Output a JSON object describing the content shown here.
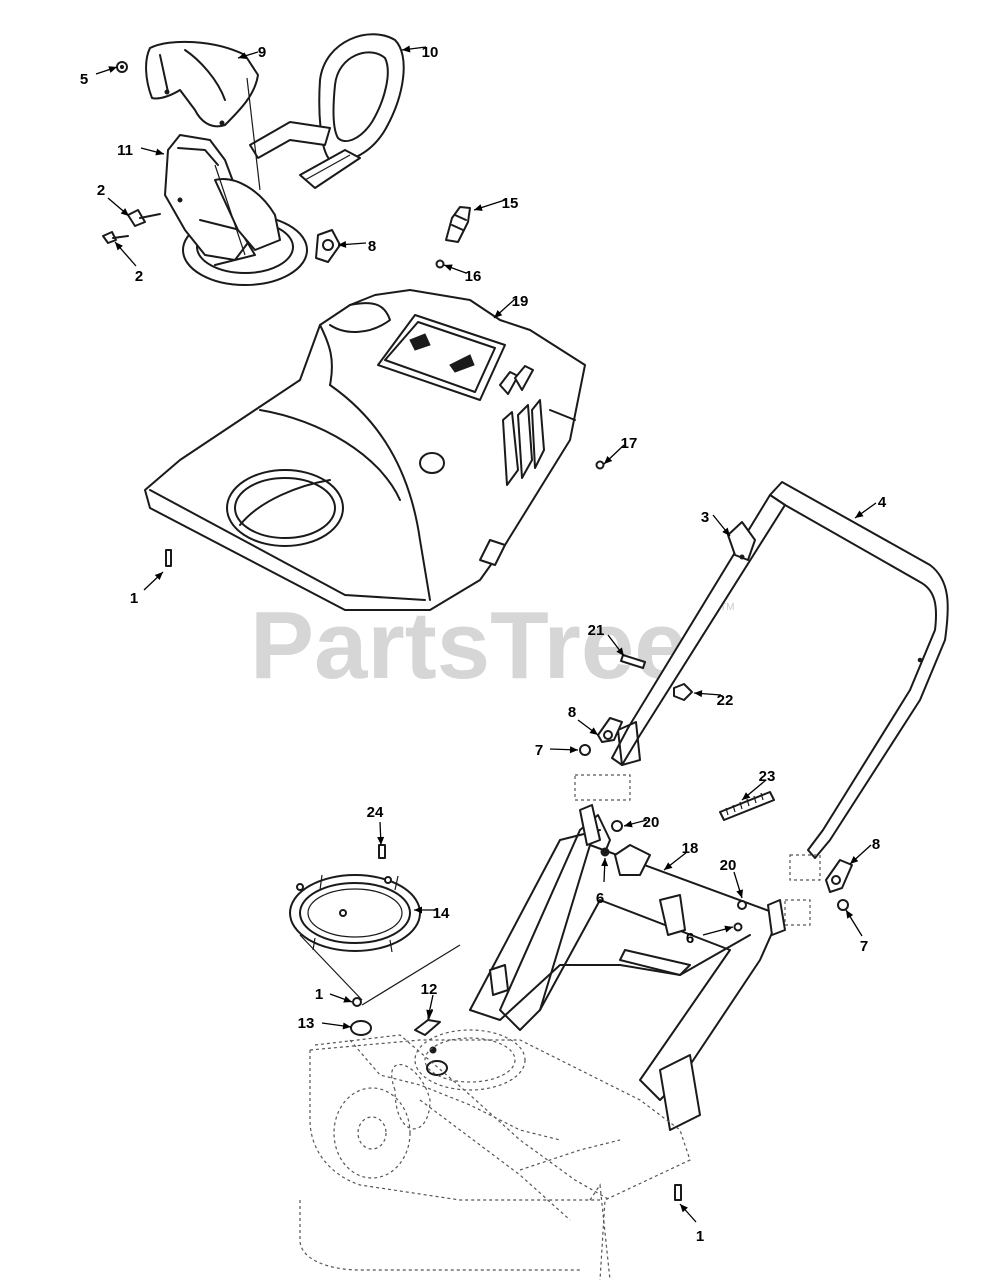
{
  "watermark": {
    "text": "PartsTree",
    "trademark": "TM",
    "color": "#c9c9c9"
  },
  "callouts": [
    {
      "label": "9"
    },
    {
      "label": "10"
    },
    {
      "label": "5"
    },
    {
      "label": "11"
    },
    {
      "label": "2"
    },
    {
      "label": "2"
    },
    {
      "label": "15"
    },
    {
      "label": "8"
    },
    {
      "label": "16"
    },
    {
      "label": "19"
    },
    {
      "label": "17"
    },
    {
      "label": "1"
    },
    {
      "label": "3"
    },
    {
      "label": "4"
    },
    {
      "label": "21"
    },
    {
      "label": "22"
    },
    {
      "label": "8"
    },
    {
      "label": "7"
    },
    {
      "label": "23"
    },
    {
      "label": "20"
    },
    {
      "label": "18"
    },
    {
      "label": "6"
    },
    {
      "label": "20"
    },
    {
      "label": "8"
    },
    {
      "label": "24"
    },
    {
      "label": "14"
    },
    {
      "label": "6"
    },
    {
      "label": "7"
    },
    {
      "label": "1"
    },
    {
      "label": "12"
    },
    {
      "label": "13"
    },
    {
      "label": "1"
    }
  ]
}
